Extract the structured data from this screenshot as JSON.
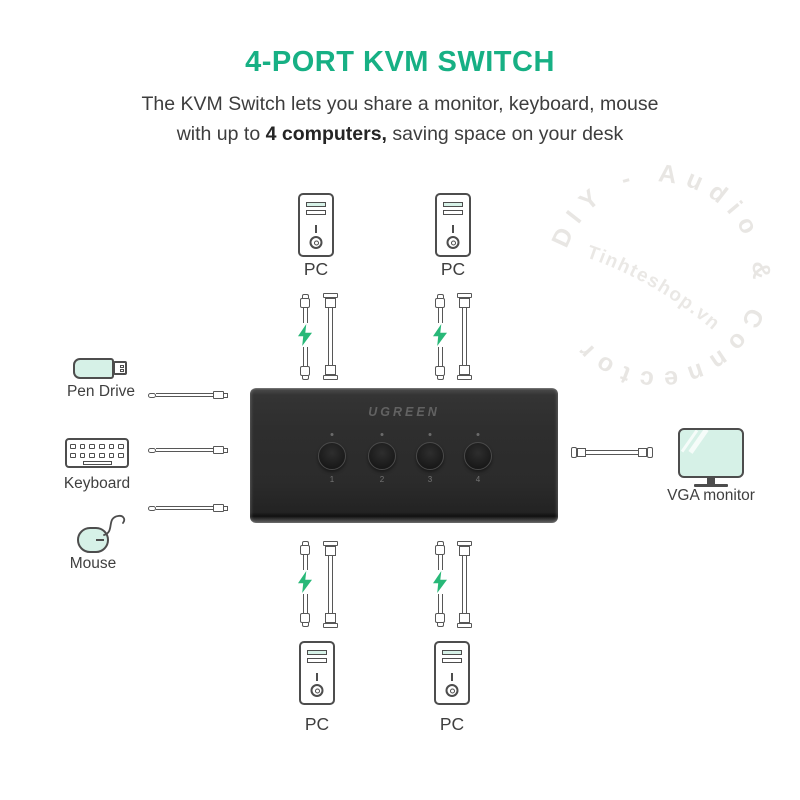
{
  "header": {
    "title": "4-PORT KVM SWITCH",
    "subtitle_line1": "The KVM Switch lets you share a monitor, keyboard, mouse",
    "subtitle_line2_prefix": "with up to ",
    "subtitle_line2_bold": "4 computers,",
    "subtitle_line2_suffix": " saving space on your desk"
  },
  "watermark": {
    "ring_text": "DIY - Audio & Connector",
    "center_text": "Tinhteshop.vn"
  },
  "device": {
    "brand": "UGREEN",
    "port_numbers": [
      "1",
      "2",
      "3",
      "4"
    ]
  },
  "computers": {
    "labels": [
      "PC",
      "PC",
      "PC",
      "PC"
    ]
  },
  "peripherals": {
    "pen_drive": "Pen Drive",
    "keyboard": "Keyboard",
    "mouse": "Mouse",
    "monitor": "VGA monitor"
  },
  "icons": {
    "lightning-icon": "green bolt polygon",
    "pc-tower-icon": "outlined computer tower with drive slots and power button",
    "usb-cable-icon": "thin outlined cable with small plugs",
    "vga-cable-icon": "thick outlined cable with block connectors",
    "pen-drive-icon": "teal usb flash drive",
    "keyboard-icon": "outlined keyboard with key grid and spacebar",
    "mouse-icon": "teal mouse with curled tail",
    "monitor-icon": "teal screen with stand"
  },
  "colors": {
    "accent_green": "#17b084",
    "bolt_green": "#28b878",
    "icon_fill_teal": "#d6f1e7",
    "switch_body": "#2d2d2d"
  }
}
